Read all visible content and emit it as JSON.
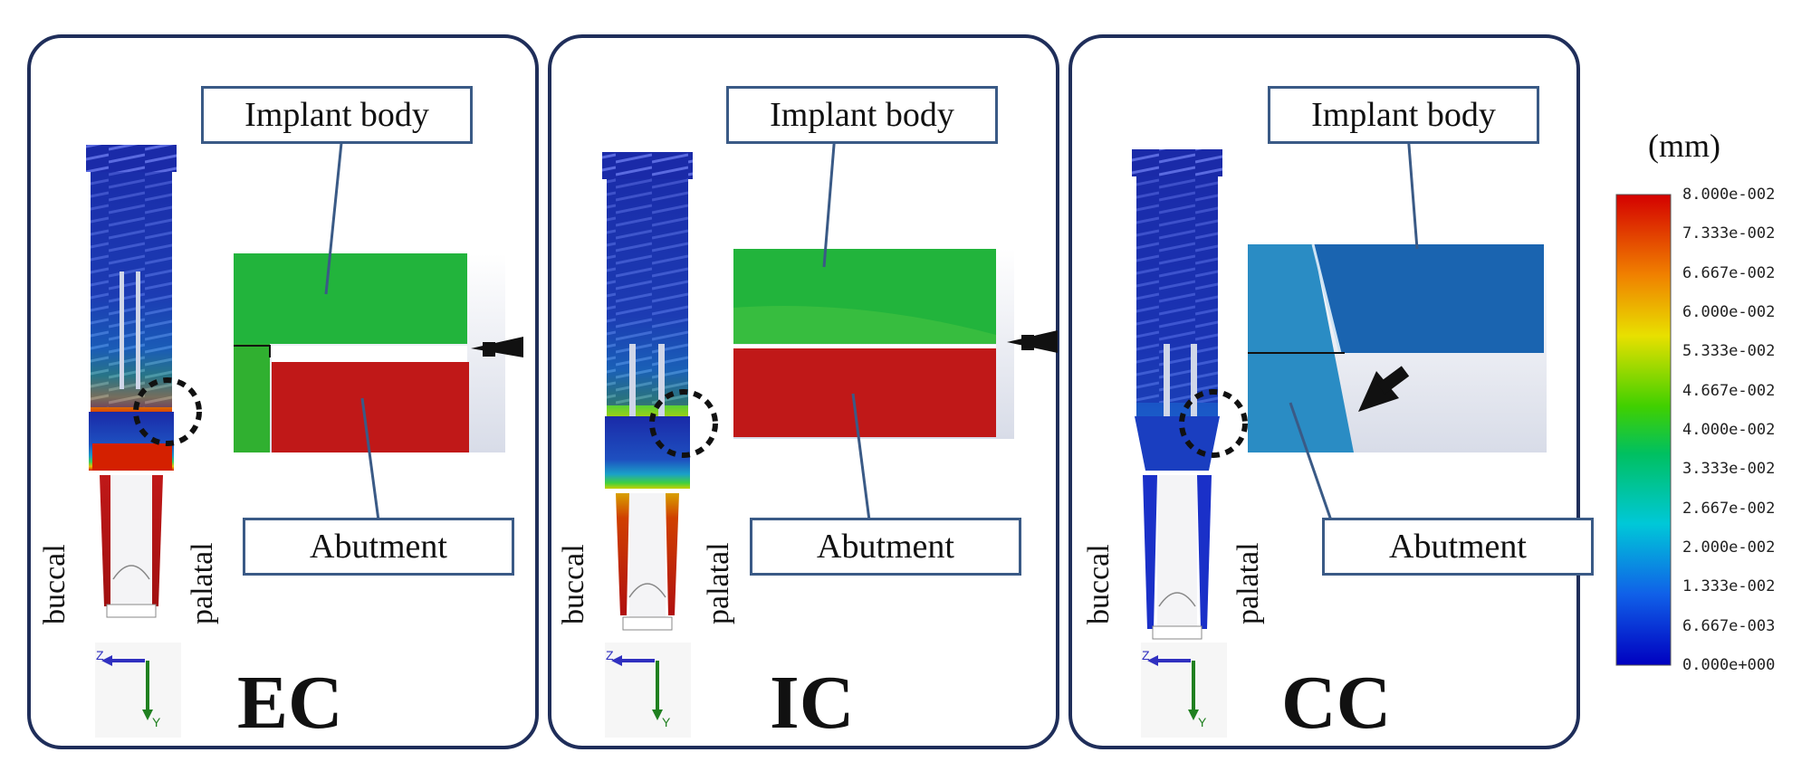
{
  "panels": [
    {
      "id": "ec",
      "name": "EC",
      "implant_label": "Implant body",
      "abutment_label": "Abutment",
      "side_left": "buccal",
      "side_right": "palatal"
    },
    {
      "id": "ic",
      "name": "IC",
      "implant_label": "Implant body",
      "abutment_label": "Abutment",
      "side_left": "buccal",
      "side_right": "palatal"
    },
    {
      "id": "cc",
      "name": "CC",
      "implant_label": "Implant body",
      "abutment_label": "Abutment",
      "side_left": "buccal",
      "side_right": "palatal"
    }
  ],
  "axes": {
    "z": "Z",
    "y": "Y"
  },
  "legend": {
    "unit": "(mm)",
    "ticks": [
      "8.000e-002",
      "7.333e-002",
      "6.667e-002",
      "6.000e-002",
      "5.333e-002",
      "4.667e-002",
      "4.000e-002",
      "3.333e-002",
      "2.667e-002",
      "2.000e-002",
      "1.333e-002",
      "6.667e-003",
      "0.000e+000"
    ],
    "colors": [
      "#d40000",
      "#e85a00",
      "#f0a000",
      "#e8e000",
      "#a8e000",
      "#40d000",
      "#00c040",
      "#00d0a0",
      "#00c8d8",
      "#10a0e8",
      "#1060e8",
      "#1020d8",
      "#0000c0"
    ]
  },
  "colors": {
    "frame": "#1f2e5a",
    "callout": "#3a5a86",
    "green": "#22b43c",
    "red": "#c01818",
    "blue_cc_light": "#2a8cc4",
    "blue_cc_dark": "#1a64b0"
  }
}
